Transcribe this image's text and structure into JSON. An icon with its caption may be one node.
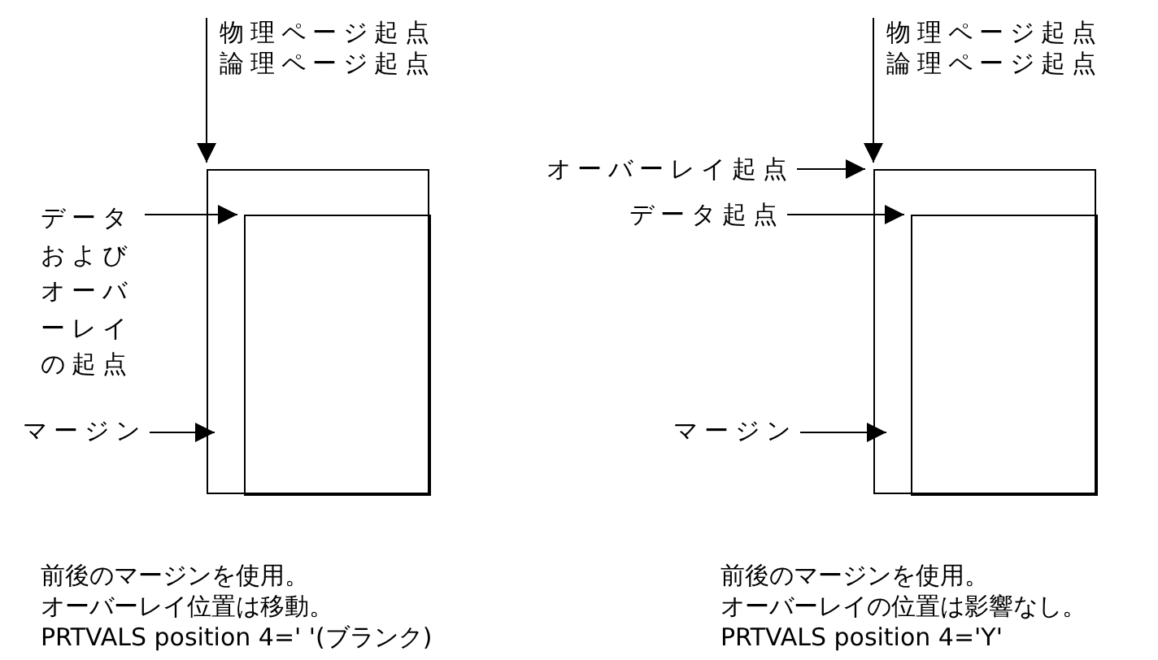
{
  "diagram": {
    "nodes": [
      {
        "text": [
          "物理ページ起点",
          "論理ページ起点"
        ]
      },
      {
        "text": [],
        "shape": "box"
      },
      {
        "text": [],
        "shape": "box",
        "in": 1
      },
      {
        "text": [
          "データおよびオーバーレイの起点"
        ]
      },
      {
        "text": [
          "マージン"
        ]
      },
      {
        "text": [
          "物理ページ起点",
          "論理ページ起点"
        ]
      },
      {
        "text": [],
        "shape": "box"
      },
      {
        "text": [],
        "shape": "box",
        "in": 6
      },
      {
        "text": [
          "オーバーレイ起点"
        ]
      },
      {
        "text": [
          "データ起点"
        ]
      },
      {
        "text": [
          "マージン"
        ]
      }
    ],
    "edges": [
      {
        "from": 0,
        "to": 1,
        "arrow": "to"
      },
      {
        "from": 3,
        "to": 2,
        "arrow": "to"
      },
      {
        "from": 4,
        "to": 1,
        "arrow": "to"
      },
      {
        "from": 5,
        "to": 6,
        "arrow": "to"
      },
      {
        "from": 8,
        "to": 6,
        "arrow": "to"
      },
      {
        "from": 9,
        "to": 7,
        "arrow": "to"
      },
      {
        "from": 10,
        "to": 6,
        "arrow": "to"
      }
    ],
    "labels": [
      "前後のマージンを使用。",
      "オーバーレイ位置は移動。",
      "PRTVALS position 4=' '(ブランク)",
      "前後のマージンを使用。",
      "オーバーレイの位置は影響なし。",
      "PRTVALS position 4='Y'"
    ]
  }
}
